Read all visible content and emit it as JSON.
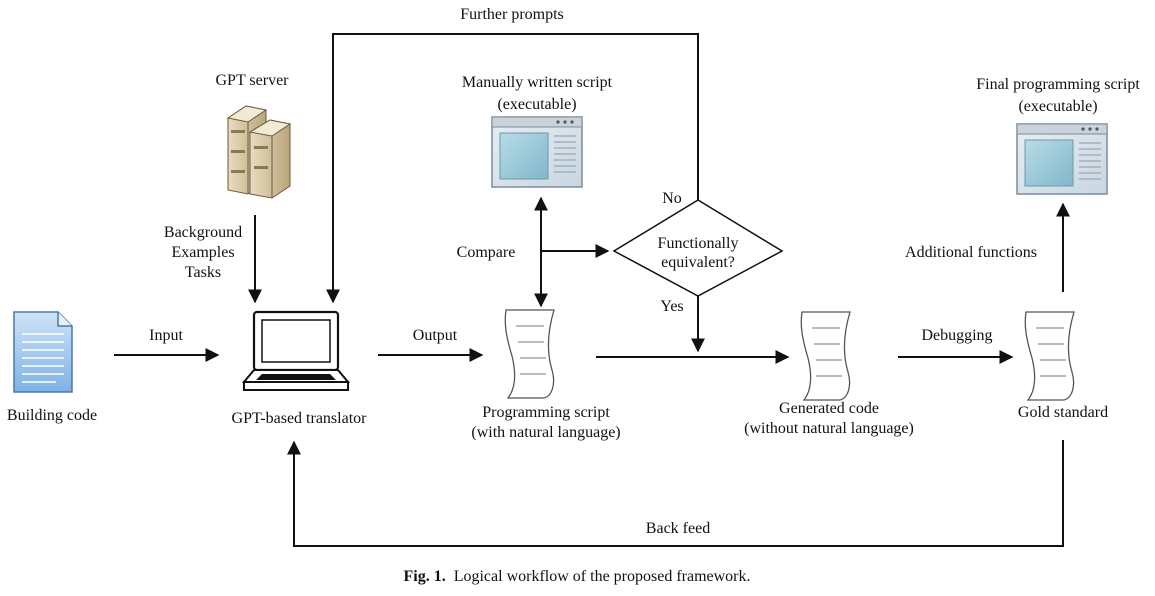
{
  "nodes": {
    "further_prompts": "Further prompts",
    "gpt_server": "GPT server",
    "manual_script_line1": "Manually written script",
    "manual_script_line2": "(executable)",
    "final_script_line1": "Final programming script",
    "final_script_line2": "(executable)",
    "no": "No",
    "yes": "Yes",
    "decision_line1": "Functionally",
    "decision_line2": "equivalent?",
    "compare": "Compare",
    "additional_functions": "Additional functions",
    "bg_line1": "Background",
    "bg_line2": "Examples",
    "bg_line3": "Tasks",
    "input": "Input",
    "output": "Output",
    "debugging": "Debugging",
    "building_code": "Building code",
    "translator": "GPT-based translator",
    "prog_script_line1": "Programming script",
    "prog_script_line2": "(with natural language)",
    "generated_line1": "Generated code",
    "generated_line2": "(without natural language)",
    "gold_standard": "Gold standard",
    "back_feed": "Back feed"
  },
  "caption": {
    "label": "Fig. 1.",
    "text": "Logical workflow of the proposed framework."
  }
}
